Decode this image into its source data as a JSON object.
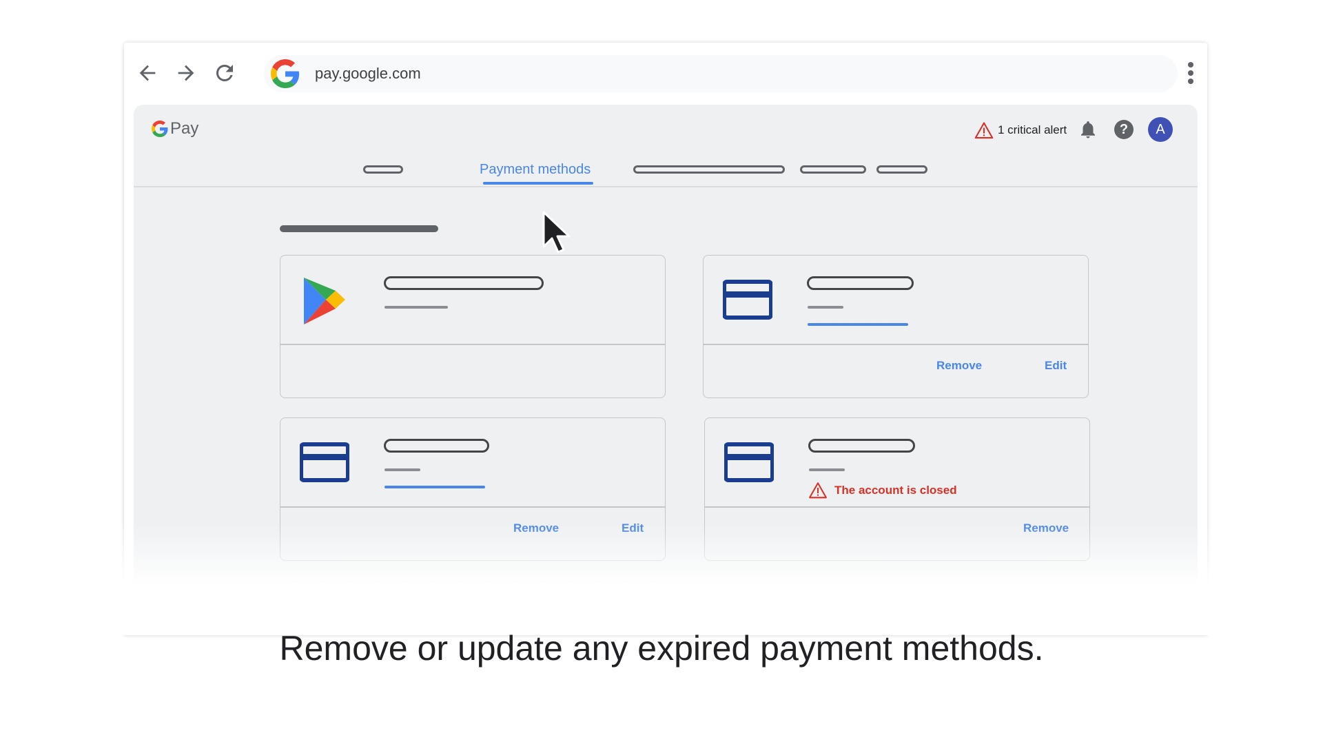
{
  "browser": {
    "url": "pay.google.com"
  },
  "header": {
    "logo_text": "Pay",
    "alert_text": "1 critical alert",
    "avatar_letter": "A",
    "help_glyph": "?"
  },
  "tabs": {
    "active_label": "Payment methods"
  },
  "cards": {
    "card2": {
      "remove_label": "Remove",
      "edit_label": "Edit"
    },
    "card3": {
      "remove_label": "Remove",
      "edit_label": "Edit"
    },
    "card4": {
      "error_text": "The account is closed",
      "remove_label": "Remove"
    }
  },
  "caption": "Remove or update any expired payment methods.",
  "icons": {
    "back": "back-arrow-icon",
    "forward": "forward-arrow-icon",
    "reload": "reload-icon",
    "menu": "kebab-menu-icon",
    "alert": "warning-triangle-icon",
    "notifications": "bell-icon",
    "help": "help-icon",
    "play": "google-play-icon",
    "card": "credit-card-icon"
  },
  "colors": {
    "accent": "#4a86e8",
    "error": "#d93025",
    "card_icon": "#1a3d8f",
    "avatar": "#3f51b5",
    "app_background": "#eef0f2"
  }
}
